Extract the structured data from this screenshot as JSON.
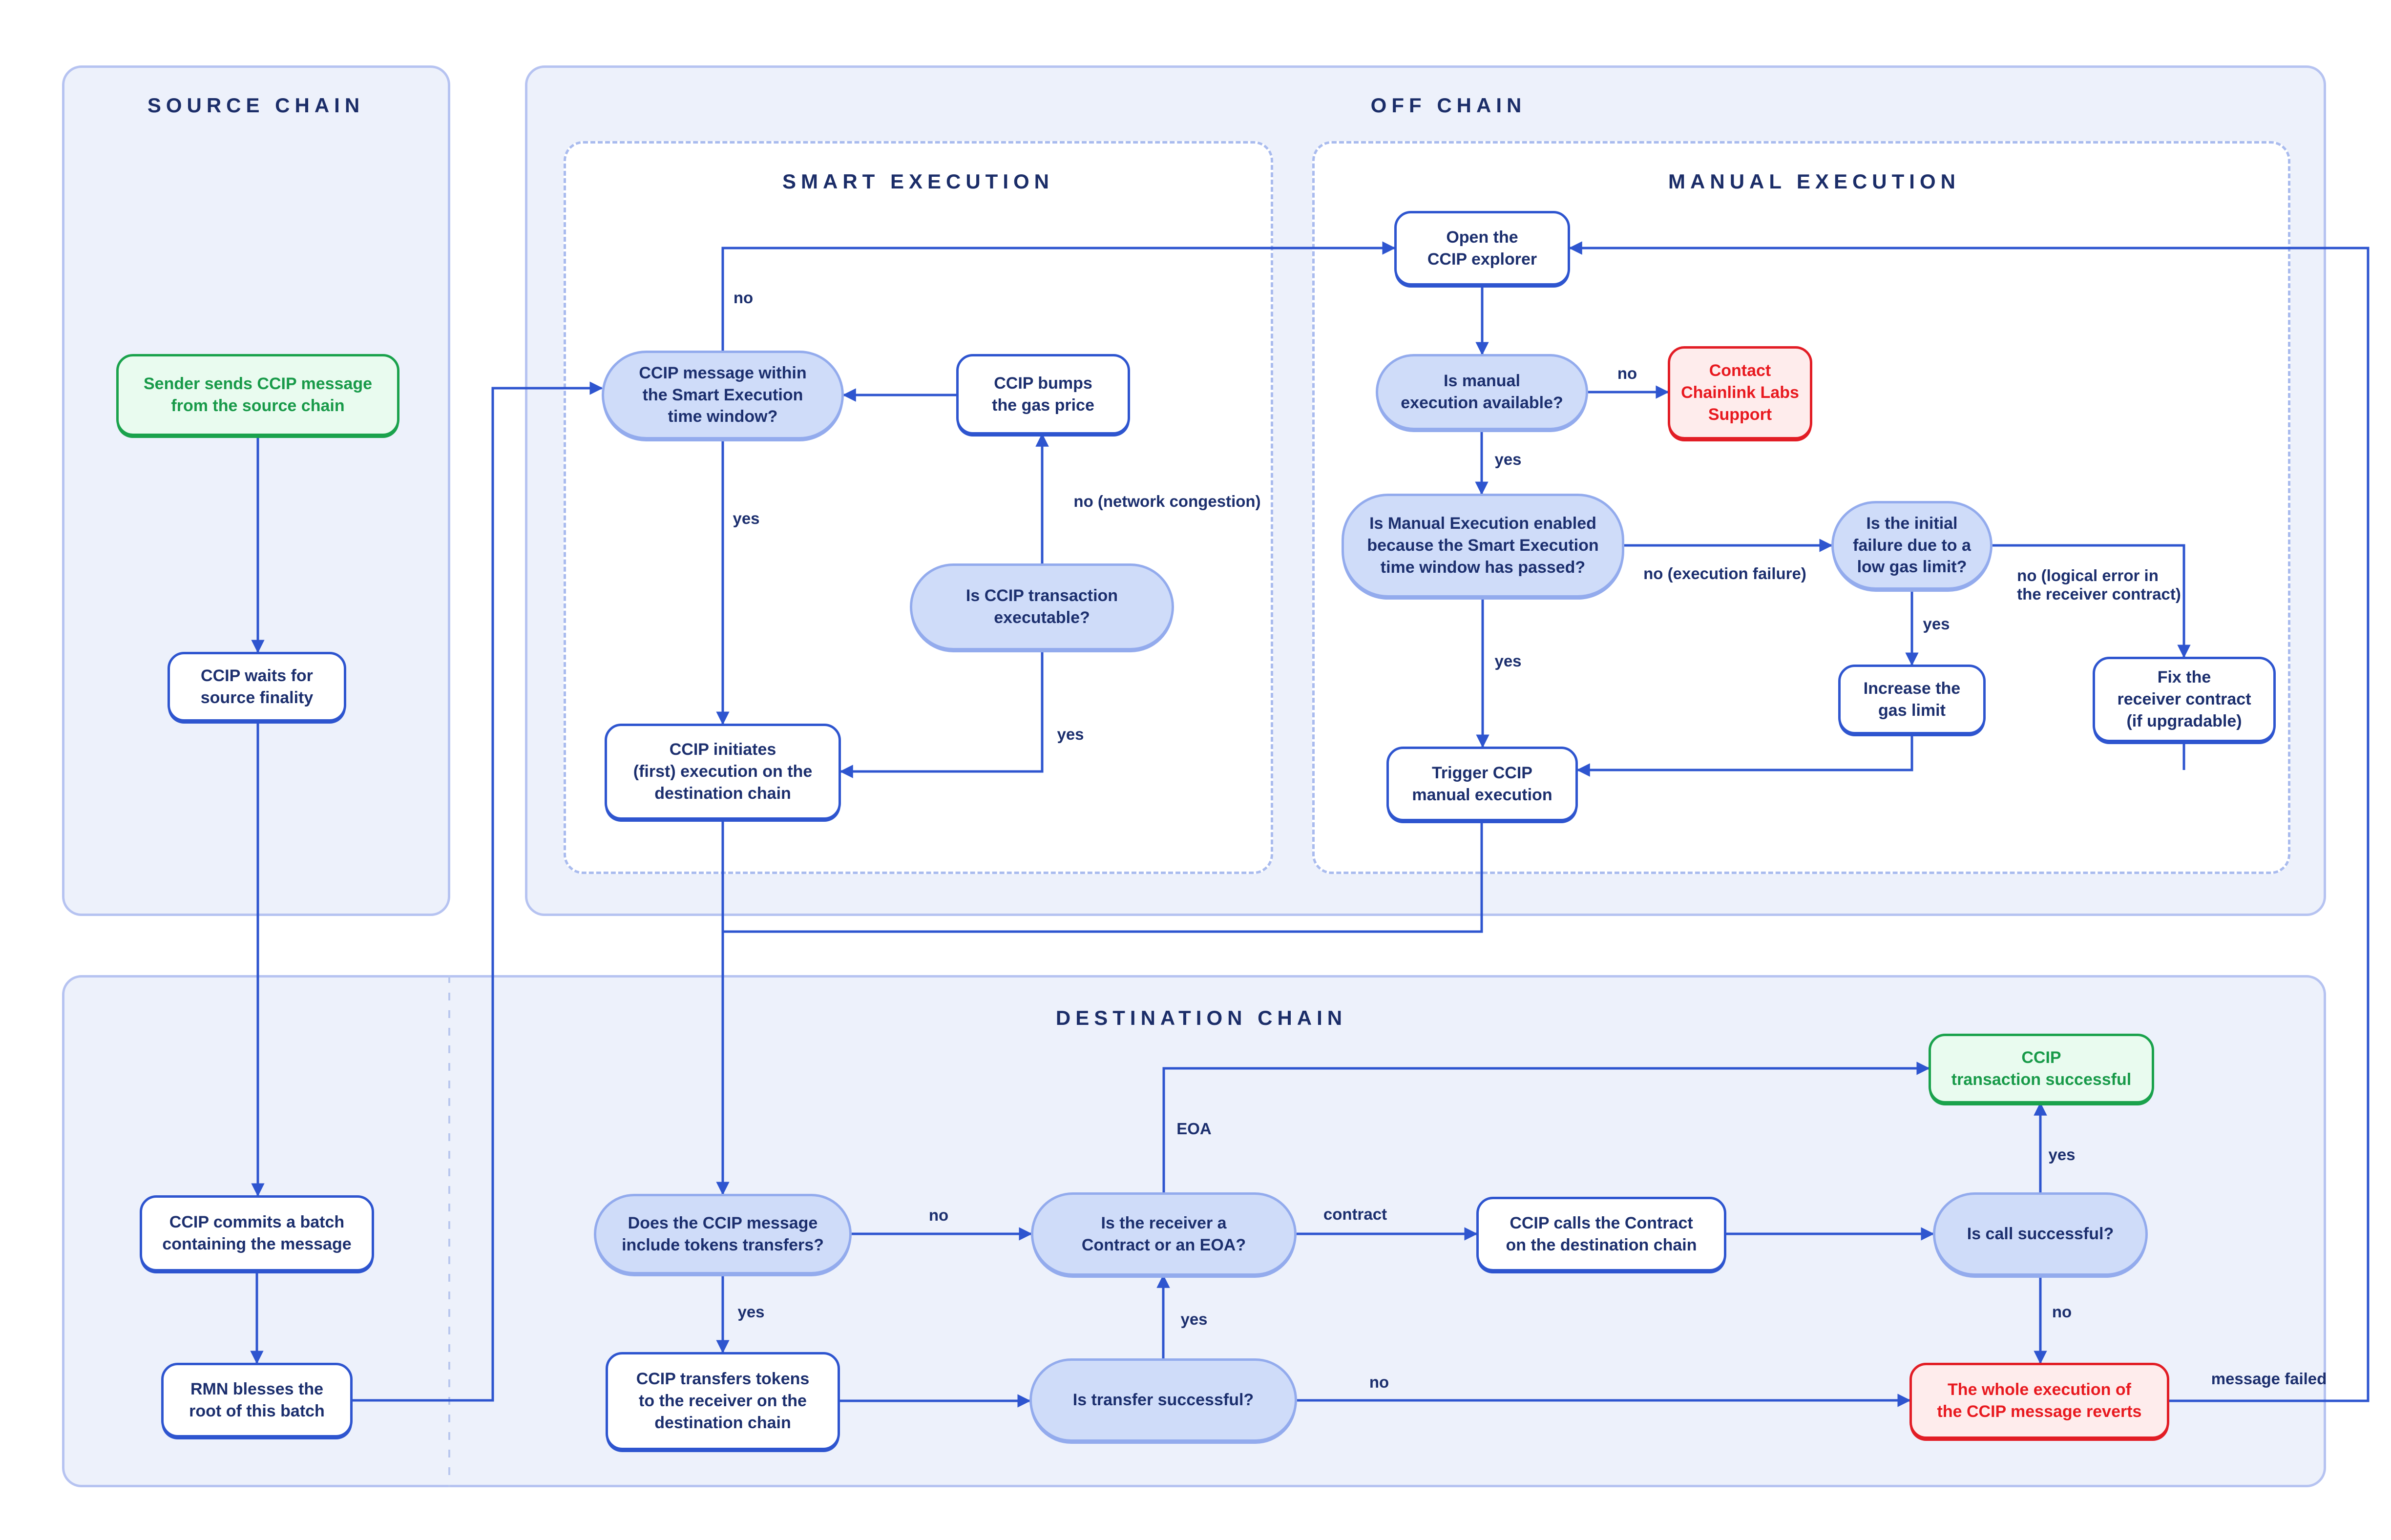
{
  "sections": {
    "source": "SOURCE CHAIN",
    "offchain": "OFF CHAIN",
    "smart": "SMART EXECUTION",
    "manual": "MANUAL EXECUTION",
    "destination": "DESTINATION CHAIN"
  },
  "nodes": {
    "sender": "Sender sends CCIP message\nfrom the source chain",
    "waits": "CCIP waits for\nsource finality",
    "commits": "CCIP commits a batch\ncontaining the message",
    "rmn": "RMN blesses the\nroot of this batch",
    "msg_window": "CCIP message within\nthe Smart Execution\ntime window?",
    "bumps": "CCIP bumps\nthe gas price",
    "executable": "Is CCIP transaction\nexecutable?",
    "initiates": "CCIP initiates\n(first) execution on the\ndestination chain",
    "open_explorer": "Open the\nCCIP explorer",
    "manual_available": "Is manual\nexecution available?",
    "contact_support": "Contact\nChainlink Labs\nSupport",
    "manual_enabled": "Is Manual Execution enabled\nbecause the Smart Execution\ntime window has passed?",
    "initial_failure": "Is the initial\nfailure due to a\nlow gas limit?",
    "increase_gas": "Increase the\ngas limit",
    "fix_receiver": "Fix the\nreceiver contract\n(if upgradable)",
    "trigger_manual": "Trigger CCIP\nmanual execution",
    "tokens_transfers": "Does the CCIP message\ninclude tokens transfers?",
    "receiver_type": "Is the receiver a\nContract or an EOA?",
    "calls_contract": "CCIP calls the Contract\non the destination chain",
    "call_success": "Is call successful?",
    "transfers_tokens": "CCIP transfers tokens\nto the receiver on the\ndestination chain",
    "transfer_success": "Is transfer successful?",
    "tx_success": "CCIP\ntransaction successful",
    "reverts": "The whole execution of\nthe CCIP message reverts"
  },
  "edge_labels": {
    "smart_no": "no",
    "smart_yes": "yes",
    "network_congestion": "no (network congestion)",
    "executable_yes": "yes",
    "manual_no": "no",
    "manual_yes": "yes",
    "execution_failure": "no (execution failure)",
    "low_gas_yes": "yes",
    "logical_error": "no (logical error in\nthe receiver contract)",
    "enabled_yes": "yes",
    "eoa": "EOA",
    "call_yes": "yes",
    "tokens_no": "no",
    "contract": "contract",
    "tokens_yes": "yes",
    "transfer_yes": "yes",
    "transfer_no": "no",
    "call_no": "no",
    "message_failed": "message failed"
  },
  "colors": {
    "arrow_blue": "#2e55cf",
    "node_text_navy": "#1c2f6e",
    "decision_fill": "#cfdcf9",
    "decision_border": "#93abed",
    "panel_fill": "#edf1fb",
    "panel_border": "#b6c3f1",
    "dashed_border": "#a9bbee",
    "success_green": "#1aa24c",
    "success_fill": "#e9fbef",
    "error_red": "#e21d25",
    "error_fill": "#feecec"
  }
}
